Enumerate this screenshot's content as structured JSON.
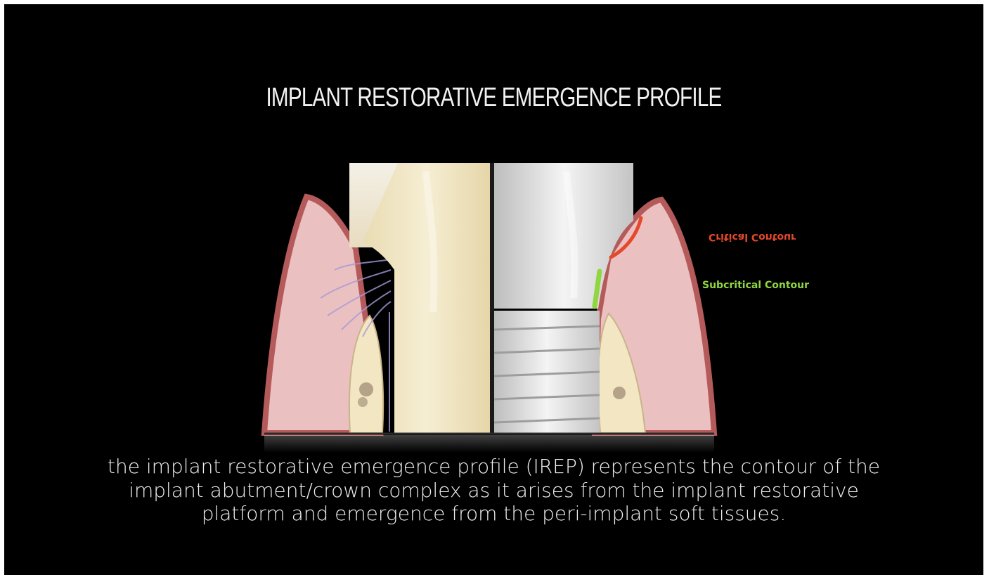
{
  "title": "IMPLANT RESTORATIVE EMERGENCE PROFILE",
  "labels": {
    "critical": "Critical Contour",
    "subcritical": "Subcritical Contour"
  },
  "colors": {
    "critical": "#e5482a",
    "subcritical": "#8fd641",
    "gingiva": "#e8b8b8",
    "gingiva_border": "#b55a5a",
    "tooth": "#efe2bd",
    "implant": "#d8d8d8"
  },
  "caption": {
    "line1": "the implant restorative emergence profile (IREP) represents the contour of the",
    "line2": "implant abutment/crown complex as it arises from the implant restorative",
    "line3": "platform and emergence from the peri-implant soft tissues."
  }
}
